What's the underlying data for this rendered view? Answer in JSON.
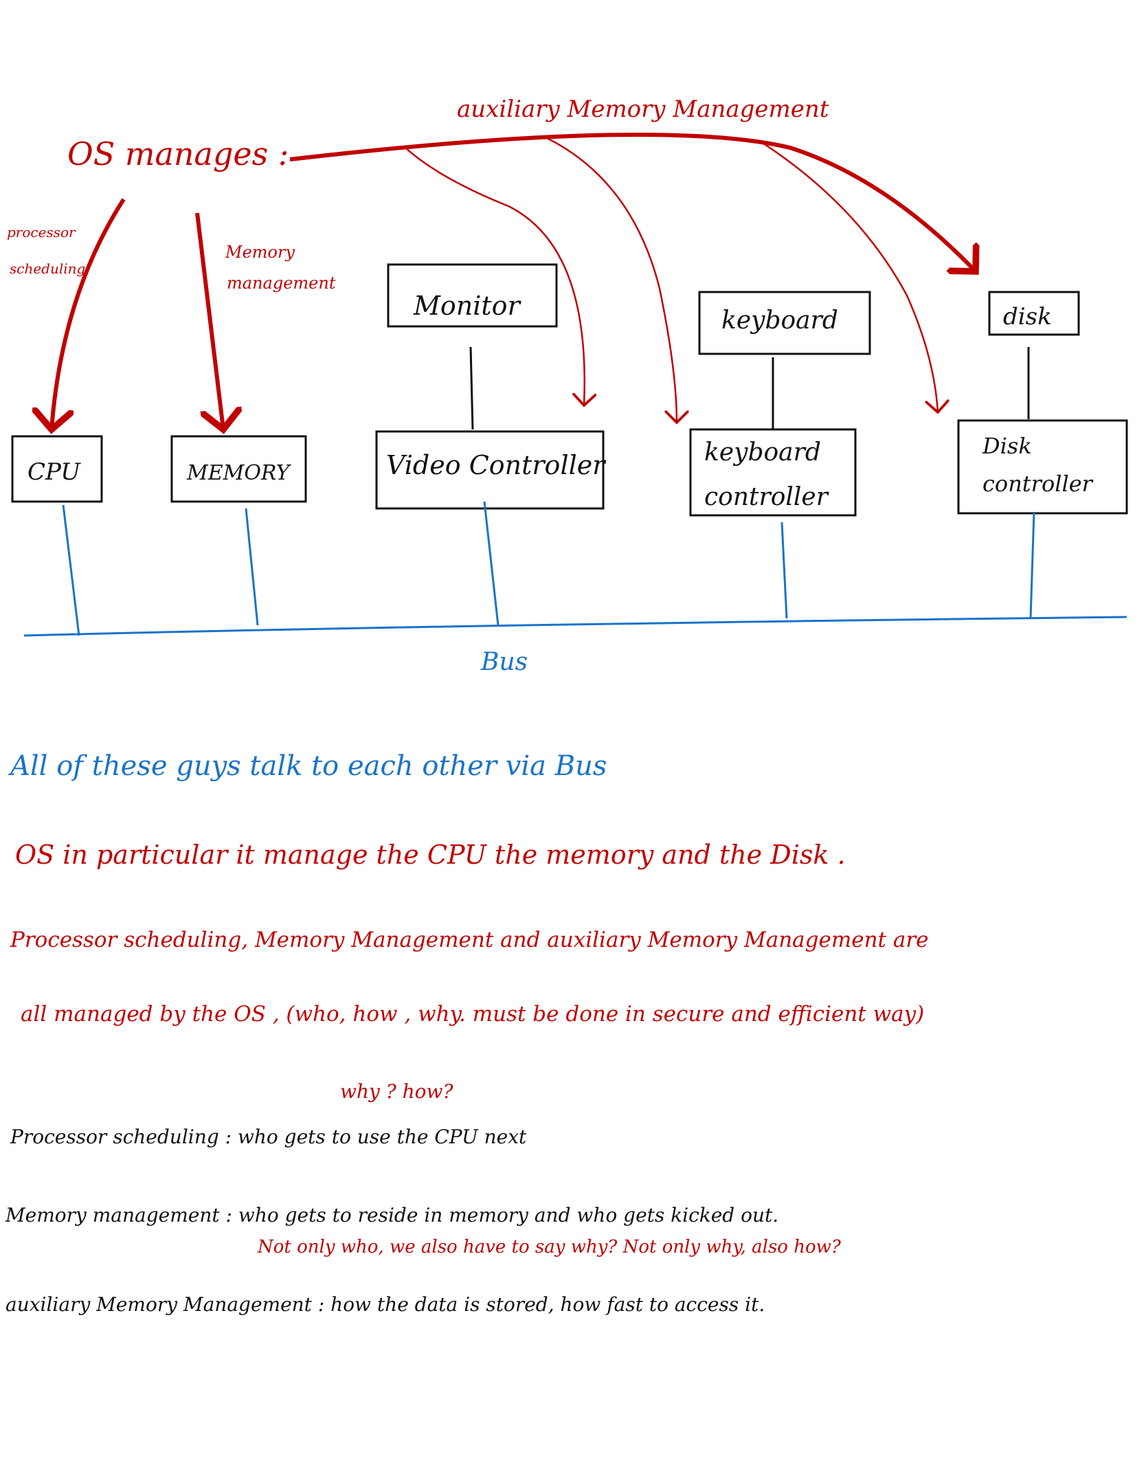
{
  "colors": {
    "red": "#c00000",
    "blue": "#1a73c8",
    "black": "#111111"
  },
  "diagram": {
    "os_label": "OS manages :",
    "auxiliary_label": "auxiliary Memory Management",
    "processor_label_1": "processor",
    "processor_label_2": "scheduling",
    "memory_mgmt_label_1": "Memory",
    "memory_mgmt_label_2": "management",
    "boxes": {
      "monitor": "Monitor",
      "keyboard": "keyboard",
      "disk": "disk",
      "cpu": "CPU",
      "memory": "MEMORY",
      "video_controller": "Video Controller",
      "keyboard_controller_1": "keyboard",
      "keyboard_controller_2": "controller",
      "disk_controller_1": "Disk",
      "disk_controller_2": "controller"
    },
    "bus_label": "Bus"
  },
  "notes": {
    "line1": "All of these guys talk to each other via Bus",
    "line2": "OS in particular it manage the CPU the memory and the Disk .",
    "line3": "Processor scheduling, Memory Management and auxiliary Memory Management are",
    "line4": "all managed by the OS , (who, how , why. must be done in secure and efficient way)",
    "why_how": "why ? how?",
    "ps_line": "Processor scheduling : who gets to use the CPU next",
    "mm_line": "Memory management : who gets to reside in memory and who gets kicked out.",
    "mm_sub": "Not only who, we also have to say why? Not only why, also how?",
    "amm_line": "auxiliary Memory Management : how the data is stored, how fast to access it."
  }
}
